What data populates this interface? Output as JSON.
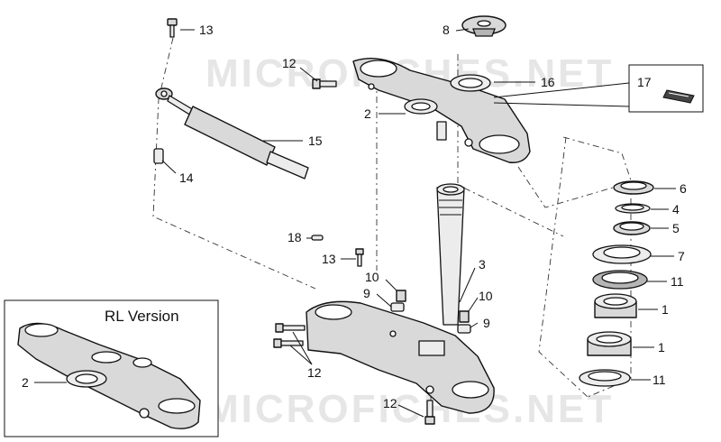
{
  "watermark": "MICROFICHES.NET",
  "inset_title": "RL Version",
  "callouts": {
    "c13a": "13",
    "c8": "8",
    "c12a": "12",
    "c16": "16",
    "c17": "17",
    "c2a": "2",
    "c15": "15",
    "c14": "14",
    "c6": "6",
    "c4": "4",
    "c5": "5",
    "c7": "7",
    "c11a": "11",
    "c1a": "1",
    "c1b": "1",
    "c11b": "11",
    "c18": "18",
    "c13b": "13",
    "c3": "3",
    "c10a": "10",
    "c9a": "9",
    "c10b": "10",
    "c9b": "9",
    "c12b": "12",
    "c12c": "12",
    "c2b": "2"
  }
}
